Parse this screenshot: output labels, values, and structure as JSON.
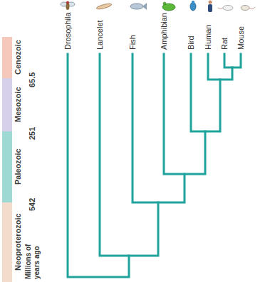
{
  "diagram": {
    "nodes": [
      {
        "text": [
          "Cenozoic"
        ]
      },
      {
        "text": [
          "Mesozoic"
        ]
      },
      {
        "text": [
          "Paleozoic"
        ]
      },
      {
        "text": [
          "Neoproterozoic"
        ]
      }
    ],
    "labels": [
      "Drosophila",
      "Lancelet",
      "Fish",
      "Amphibian",
      "Bird",
      "Human",
      "Rat",
      "Mouse",
      "65.5",
      "251",
      "542",
      "Millions of years ago"
    ]
  }
}
